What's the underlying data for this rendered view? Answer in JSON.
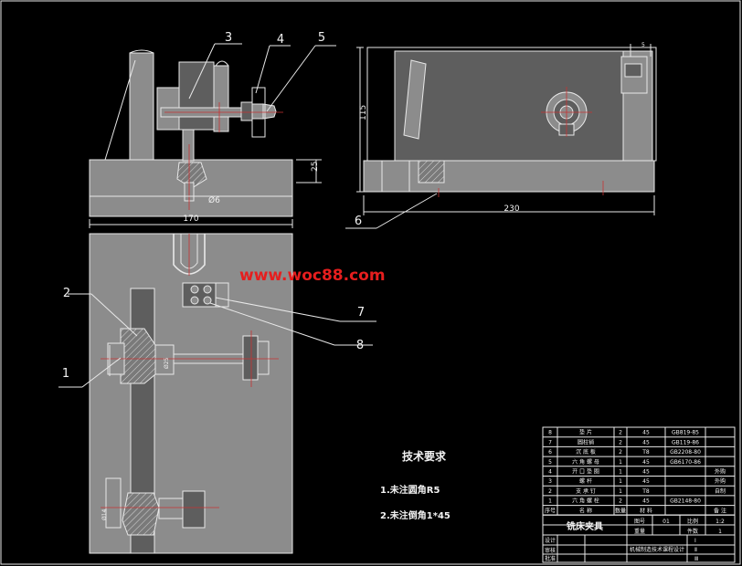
{
  "watermark": "www.woc88.com",
  "part_labels": [
    "1",
    "2",
    "3",
    "4",
    "5",
    "6",
    "7",
    "8"
  ],
  "dimensions": {
    "front_width": "170",
    "front_height": "25",
    "hole_dia": "Ø6",
    "side_height": "115",
    "side_width": "230",
    "slot_width": "5",
    "plan_dia": "Ø25",
    "plan_dia2": "Ø14"
  },
  "requirements": {
    "title": "技术要求",
    "items": [
      "1.未注圆角R5",
      "2.未注倒角1*45"
    ]
  },
  "bom_rows": [
    {
      "no": "8",
      "name": "垫 片",
      "qty": "2",
      "mat": "45",
      "std": "GB819-85",
      "note": ""
    },
    {
      "no": "7",
      "name": "圆柱销",
      "qty": "2",
      "mat": "45",
      "std": "GB119-86",
      "note": ""
    },
    {
      "no": "6",
      "name": "沉 底 板",
      "qty": "2",
      "mat": "T8",
      "std": "GB2208-80",
      "note": ""
    },
    {
      "no": "5",
      "name": "六 角 螺 母",
      "qty": "1",
      "mat": "45",
      "std": "GB6170-86",
      "note": ""
    },
    {
      "no": "4",
      "name": "开 口 垫 圈",
      "qty": "1",
      "mat": "45",
      "std": "",
      "note": "外购"
    },
    {
      "no": "3",
      "name": "螺 杆",
      "qty": "1",
      "mat": "45",
      "std": "",
      "note": "外购"
    },
    {
      "no": "2",
      "name": "支 承 钉",
      "qty": "1",
      "mat": "T8",
      "std": "",
      "note": "自制"
    },
    {
      "no": "1",
      "name": "六 角 螺 栓",
      "qty": "2",
      "mat": "45",
      "std": "GB2148-80",
      "note": ""
    }
  ],
  "bom_header": {
    "no": "序号",
    "name": "名  称",
    "qty": "数量",
    "mat": "材  料",
    "note": "备 注"
  },
  "title_block": {
    "title": "铣床夹具",
    "fig_no_label": "图号",
    "fig_no": "01",
    "scale_label": "比例",
    "scale": "1:2",
    "qty_label": "件数",
    "qty": "1",
    "weight_label": "重量",
    "designer_label": "设计",
    "checker_label": "审核",
    "approve_label": "批准",
    "school": "机械制造技术课程设计",
    "lines": [
      "Ⅰ",
      "Ⅱ",
      "Ⅲ"
    ]
  }
}
